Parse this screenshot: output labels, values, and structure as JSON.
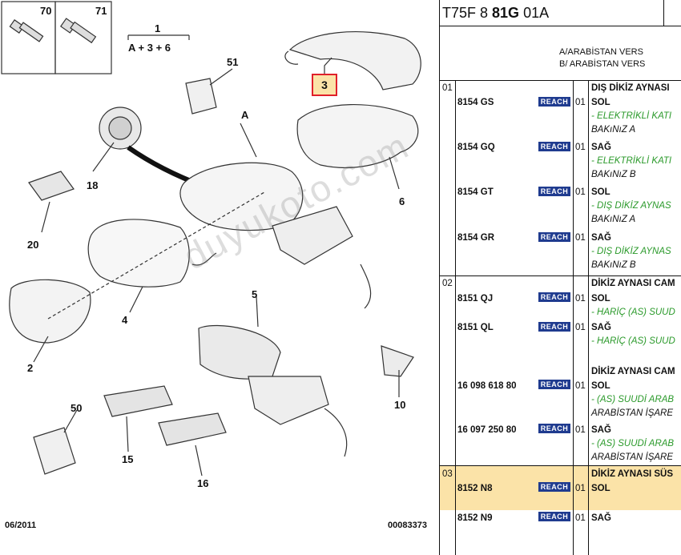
{
  "diagram": {
    "fasteners": [
      {
        "num": "70"
      },
      {
        "num": "71"
      }
    ],
    "kit": {
      "num": "1",
      "formula": "A + 3 + 6"
    },
    "callouts": {
      "c3": "3",
      "c51": "51",
      "cA": "A",
      "c18": "18",
      "c6": "6",
      "c20": "20",
      "c4": "4",
      "c2": "2",
      "c5": "5",
      "c10": "10",
      "c50": "50",
      "c15": "15",
      "c16": "16"
    },
    "date": "06/2011",
    "doc_no": "00083373",
    "watermark": "duyukoto.com"
  },
  "catalog": {
    "header": {
      "prefix": "T75F 8 ",
      "bold": "81G",
      "suffix": " 01A"
    },
    "variants": [
      "A/ARABİSTAN VERS",
      "B/ ARABİSTAN VERS"
    ],
    "badge": "REACH",
    "groups": [
      {
        "id": "01",
        "title": "DIŞ DİKİZ AYNASI",
        "parts": [
          {
            "pn": "8154 GS",
            "qty": "01",
            "side": "SOL",
            "note": "- ELEKTRİKLİ KATI",
            "ref": "BAKıNıZ A"
          },
          {
            "pn": "8154 GQ",
            "qty": "01",
            "side": "SAĞ",
            "note": "- ELEKTRİKLİ KATI",
            "ref": "BAKıNıZ B"
          },
          {
            "pn": "8154 GT",
            "qty": "01",
            "side": "SOL",
            "note": "- DIŞ DİKİZ AYNAS",
            "ref": "BAKıNıZ A"
          },
          {
            "pn": "8154 GR",
            "qty": "01",
            "side": "SAĞ",
            "note": "- DIŞ DİKİZ AYNAS",
            "ref": "BAKıNıZ B"
          }
        ]
      },
      {
        "id": "02",
        "title": "DİKİZ AYNASI CAM",
        "parts": [
          {
            "pn": "8151 QJ",
            "qty": "01",
            "side": "SOL",
            "note": "- HARİÇ (AS) SUUD"
          },
          {
            "pn": "8151 QL",
            "qty": "01",
            "side": "SAĞ",
            "note": "- HARİÇ (AS) SUUD"
          }
        ],
        "subtitle": "DİKİZ AYNASI CAM",
        "parts2": [
          {
            "pn": "16 098 618 80",
            "qty": "01",
            "side": "SOL",
            "note": "- (AS) SUUDİ ARAB",
            "ref": "ARABİSTAN İŞARE"
          },
          {
            "pn": "16 097 250 80",
            "qty": "01",
            "side": "SAĞ",
            "note": "- (AS) SUUDİ ARAB",
            "ref": "ARABİSTAN İŞARE"
          }
        ]
      },
      {
        "id": "03",
        "title": "DİKİZ AYNASI SÜS",
        "parts": [
          {
            "pn": "8152 N8",
            "qty": "01",
            "side": "SOL"
          },
          {
            "pn": "8152 N9",
            "qty": "01",
            "side": "SAĞ"
          }
        ]
      }
    ]
  }
}
